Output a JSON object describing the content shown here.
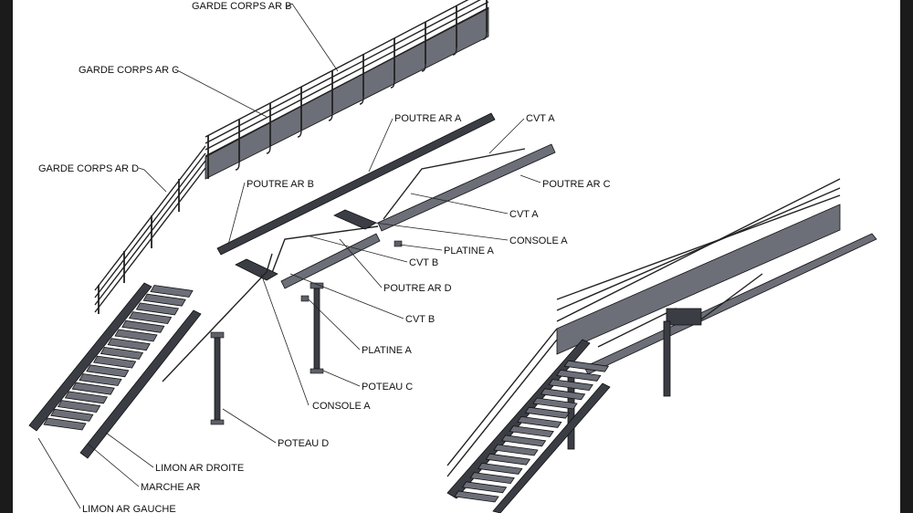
{
  "labels": {
    "garde_corps_ar_b": "GARDE CORPS AR B",
    "garde_corps_ar_c": "GARDE CORPS AR C",
    "garde_corps_ar_d": "GARDE CORPS AR D",
    "poutre_ar_a": "POUTRE AR A",
    "cvt_a_top": "CVT A",
    "poutre_ar_c": "POUTRE AR C",
    "poutre_ar_b": "POUTRE AR B",
    "cvt_a": "CVT A",
    "console_a_right": "CONSOLE A",
    "platine_a_right": "PLATINE A",
    "cvt_b_top": "CVT B",
    "poutre_ar_d": "POUTRE AR D",
    "cvt_b": "CVT B",
    "platine_a": "PLATINE A",
    "poteau_c": "POTEAU C",
    "console_a": "CONSOLE A",
    "poteau_d": "POTEAU D",
    "limon_ar_droite": "LIMON AR DROITE",
    "marche_ar": "MARCHE AR",
    "limon_ar_gauche": "LIMON AR GAUCHE"
  },
  "colors": {
    "frame": "#1b1b1b",
    "sheet": "#ffffff",
    "steel_dark": "#3b3d44",
    "steel_light": "#6c6f78",
    "line": "#222222"
  }
}
